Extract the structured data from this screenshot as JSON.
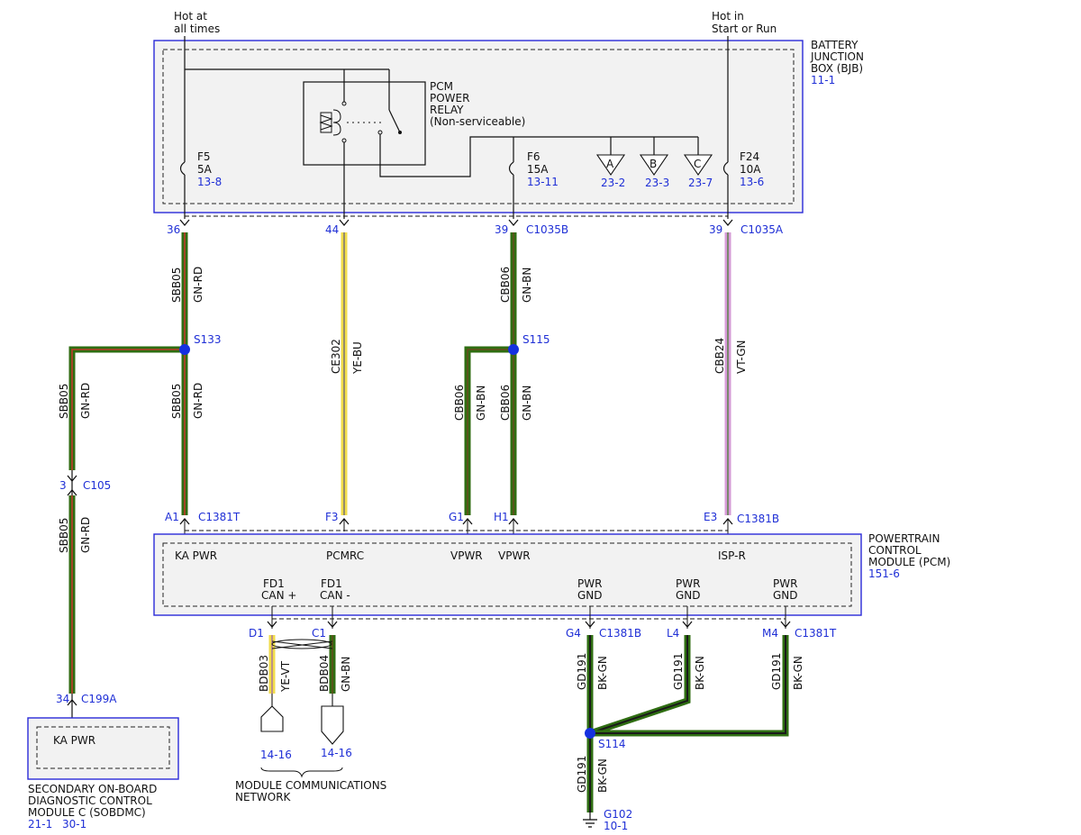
{
  "supply_labels": {
    "hot_always": [
      "Hot at",
      "all times"
    ],
    "hot_start_run": [
      "Hot in",
      "Start or Run"
    ]
  },
  "bjb": {
    "name": [
      "BATTERY",
      "JUNCTION",
      "BOX (BJB)"
    ],
    "ref": "11-1"
  },
  "relay": {
    "name": [
      "PCM",
      "POWER",
      "RELAY",
      "(Non-serviceable)"
    ]
  },
  "fuses": [
    {
      "id": "F5",
      "rating": "5A",
      "ref": "13-8"
    },
    {
      "id": "F6",
      "rating": "15A",
      "ref": "13-11"
    },
    {
      "id": "F24",
      "rating": "10A",
      "ref": "13-6"
    }
  ],
  "offpage": [
    {
      "letter": "A",
      "ref": "23-2"
    },
    {
      "letter": "B",
      "ref": "23-3"
    },
    {
      "letter": "C",
      "ref": "23-7"
    }
  ],
  "bjb_pins": [
    {
      "pin": "36",
      "connector": ""
    },
    {
      "pin": "44",
      "connector": ""
    },
    {
      "pin": "39",
      "connector": "C1035B"
    },
    {
      "pin": "39",
      "connector": "C1035A"
    }
  ],
  "wire_labels": {
    "w1_top": [
      "SBB05",
      "GN-RD"
    ],
    "w1_mid": [
      "SBB05",
      "GN-RD"
    ],
    "w_left_top": [
      "SBB05",
      "GN-RD"
    ],
    "w_left_bot": [
      "SBB05",
      "GN-RD"
    ],
    "w2": [
      "CE302",
      "YE-BU"
    ],
    "w3_top": [
      "CBB06",
      "GN-BN"
    ],
    "w3_left": [
      "CBB06",
      "GN-BN"
    ],
    "w3_right": [
      "CBB06",
      "GN-BN"
    ],
    "w4": [
      "CBB24",
      "VT-GN"
    ],
    "can_h": [
      "BDB03",
      "YE-VT"
    ],
    "can_l": [
      "BDB04",
      "GN-BN"
    ],
    "gnd_g4": [
      "GD191",
      "BK-GN"
    ],
    "gnd_l4": [
      "GD191",
      "BK-GN"
    ],
    "gnd_m4": [
      "GD191",
      "BK-GN"
    ],
    "gnd_bot": [
      "GD191",
      "BK-GN"
    ]
  },
  "splices": [
    "S133",
    "S115",
    "S114"
  ],
  "c105": {
    "pin": "3",
    "connector": "C105"
  },
  "pcm_pins_top": [
    {
      "pin": "A1",
      "connector": "C1381T"
    },
    {
      "pin": "F3",
      "connector": ""
    },
    {
      "pin": "G1",
      "connector": ""
    },
    {
      "pin": "H1",
      "connector": ""
    },
    {
      "pin": "E3",
      "connector": "C1381B"
    }
  ],
  "pcm": {
    "name": [
      "POWERTRAIN",
      "CONTROL",
      "MODULE (PCM)"
    ],
    "ref": "151-6",
    "circuits_top": [
      "KA PWR",
      "PCMRC",
      "VPWR",
      "VPWR",
      "ISP-R"
    ],
    "circuits_bottom": [
      [
        "FD1",
        "CAN +"
      ],
      [
        "FD1",
        "CAN -"
      ],
      [
        "PWR",
        "GND"
      ],
      [
        "PWR",
        "GND"
      ],
      [
        "PWR",
        "GND"
      ]
    ]
  },
  "pcm_pins_bottom": [
    {
      "pin": "D1",
      "connector": ""
    },
    {
      "pin": "C1",
      "connector": ""
    },
    {
      "pin": "G4",
      "connector": "C1381B"
    },
    {
      "pin": "L4",
      "connector": ""
    },
    {
      "pin": "M4",
      "connector": "C1381T"
    }
  ],
  "network": {
    "refs": [
      "14-16",
      "14-16"
    ],
    "label": [
      "MODULE COMMUNICATIONS",
      "NETWORK"
    ]
  },
  "ground": {
    "name": "G102",
    "ref": "10-1"
  },
  "sobdmc": {
    "pin": "34",
    "connector": "C199A",
    "circuit": "KA PWR",
    "name": [
      "SECONDARY ON-BOARD",
      "DIAGNOSTIC CONTROL",
      "MODULE C (SOBDMC)"
    ],
    "refs": [
      "21-1",
      "30-1"
    ]
  },
  "colors": {
    "link_blue": "#1f2fd6",
    "box_blue": "#2a2ad9",
    "green": "#2f6e12",
    "red_tracer": "#c0392b",
    "yellow": "#f1dd4a",
    "violet": "#d79bd8",
    "black_tracer": "#1a1a1a",
    "splice_blue": "#1530e0"
  }
}
